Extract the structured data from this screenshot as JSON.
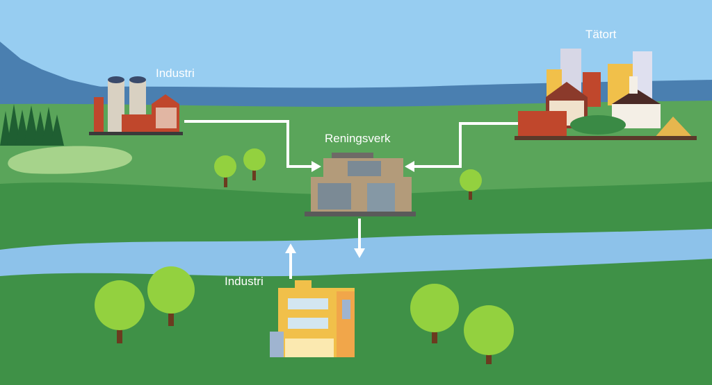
{
  "labels": {
    "industri_top": "Industri",
    "tatort": "Tätort",
    "reningsverk": "Reningsverk",
    "industri_bottom": "Industri"
  },
  "colors": {
    "sky": "#97cdf1",
    "sea": "#4a7fb0",
    "grass_light": "#5aa55a",
    "grass_dark": "#3f9147",
    "river": "#8dc2ea",
    "tree_canopy": "#93d13f",
    "tree_trunk": "#6b3b1f",
    "arrow": "#ffffff"
  },
  "icons": [
    "factory-icon",
    "town-icon",
    "treatment-plant-icon",
    "industrial-building-icon",
    "tree-icon",
    "forest-icon",
    "mountain-icon"
  ]
}
